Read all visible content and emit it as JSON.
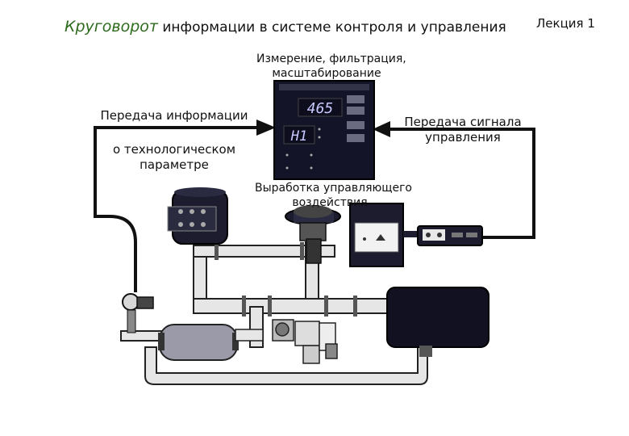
{
  "header": {
    "title_accent": "Круговорот",
    "title_rest": " информации в системе  контроля и управления",
    "lecture": "Лекция 1"
  },
  "labels": {
    "measure_line1": "Измерение, фильтрация,",
    "measure_line2": "масштабирование",
    "info_line1": "Передача информации",
    "info_line2": "о технологическом",
    "info_line3": "параметре",
    "signal_line1": "Передача сигнала",
    "signal_line2": "управления",
    "control_line1": "Выработка управляющего",
    "control_line2": "воздействия"
  },
  "controller": {
    "display_top": "465",
    "display_bottom": "H1"
  },
  "colors": {
    "pipe_fill": "#e4e4e4",
    "device_dark": "#1c1c2e",
    "display": "#c8c8ff",
    "title_accent": "#2e6b1e"
  }
}
